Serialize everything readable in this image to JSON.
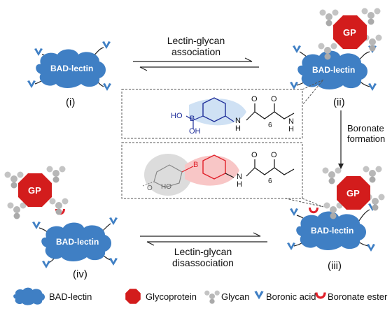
{
  "labels": {
    "bad_lectin": "BAD-lectin",
    "gp": "GP",
    "state_i": "(i)",
    "state_ii": "(ii)",
    "state_iii": "(iii)",
    "state_iv": "(iv)",
    "assoc_line1": "Lectin-glycan",
    "assoc_line2": "association",
    "disassoc_line1": "Lectin-glycan",
    "disassoc_line2": "disassociation",
    "boronate_line1": "Boronate",
    "boronate_line2": "formation"
  },
  "chem": {
    "ho": "HO",
    "b": "B",
    "oh": "OH",
    "nh": "N",
    "h": "H",
    "o": "O",
    "six": "6",
    "ho_glycan": "HO",
    "o_glycan": "O"
  },
  "legend": [
    {
      "label": "BAD-lectin"
    },
    {
      "label": "Glycoprotein"
    },
    {
      "label": "Glycan"
    },
    {
      "label": "Boronic acid"
    },
    {
      "label": "Boronate ester"
    }
  ],
  "colors": {
    "lectin": "#3f7fc4",
    "gp": "#d91e1e",
    "glycan": "#b5b5b5",
    "boronic_acid_text": "#1f2f9a",
    "boronate_text": "#e0202a",
    "blue_wedge": "#cfe1f4",
    "red_wedge": "#f8c6c6"
  },
  "icons": {
    "boronic_acid": "blue-v-shape-icon",
    "boronate_ester": "red-bowl-shape-icon"
  }
}
